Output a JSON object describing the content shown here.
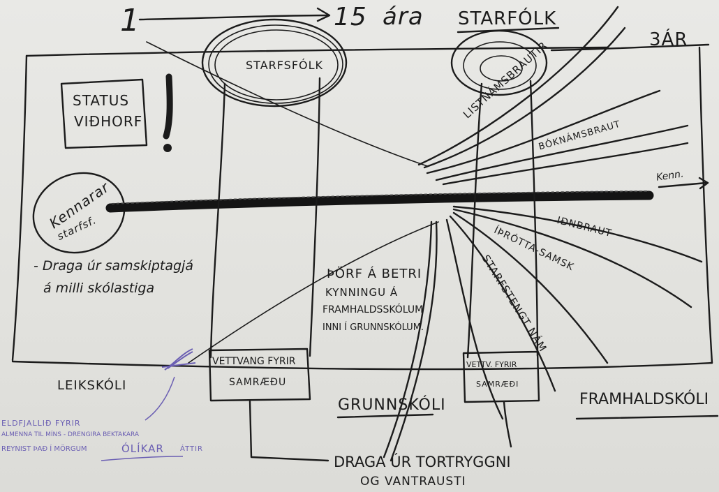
{
  "top": {
    "one": "1",
    "fifteen": "15",
    "ara": "ára",
    "starfolk": "STARFÓLK",
    "three_ar": "3ÁR"
  },
  "left_box": {
    "status": "STATUS",
    "vidhorf": "VIÐHORF",
    "exclaim": "!"
  },
  "kennarar": {
    "line1": "Kennarar",
    "line2": "starfsf."
  },
  "left_note": {
    "line1": "- Draga úr samskiptagjá",
    "line2": "á milli skólastiga"
  },
  "starfsfolk_oval": "STARFSFÓLK",
  "streams": {
    "listnam": "LISTNÁMSBRAUTIR",
    "boknam": "BÓKNÁMSBRAUT",
    "idn": "IÐNBRAUT",
    "ithrotta": "ÍÞRÓTTA-SAMSK",
    "starfsteng": "STARFSTENGT NÁM"
  },
  "kenn_arrow": "Kenn.",
  "center_note": {
    "line1": "ÞÖRF Á BETRI",
    "line2": "KYNNINGU Á",
    "line3": "FRAMHALDSSKÓLUM",
    "line4": "INNI Í GRUNNSKÓLUM."
  },
  "vettvang_left": {
    "line1": "VETTVANG FYRIR",
    "line2": "SAMRÆÐU"
  },
  "vettvang_right": {
    "line1": "VETTV. FYRIR",
    "line2": "SAMRÆÐI"
  },
  "stages": {
    "leikskoli": "LEIKSKÓLI",
    "grunnskoli": "GRUNNSKÓLI",
    "framhaldskoli": "FRAMHALDSKÓLI"
  },
  "bottom": {
    "line1": "DRAGA ÚR TORTRYGGNI",
    "line2": "OG VANTRAUSTI"
  },
  "purple_note": {
    "line1": "ELDFJALLIÐ FYRIR",
    "line2": "ALMENNA TIL MÍNS - DRENGIRA BEKTAKARA",
    "line3": "REYNIST ÞAÐ Í MÖRGUM",
    "line4": "ÓLÍKAR",
    "line5": "ÁTTIR"
  }
}
